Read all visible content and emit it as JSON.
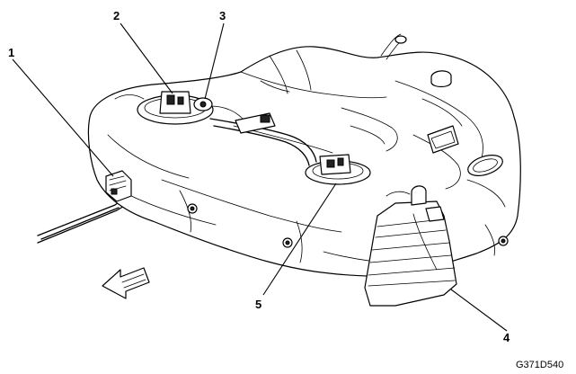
{
  "diagram": {
    "callouts": [
      "1",
      "2",
      "3",
      "4",
      "5"
    ],
    "figure_id": "G371D540",
    "colors": {
      "ink": "#000000",
      "paper": "#ffffff"
    },
    "icons": {
      "direction_arrow": "front-direction-arrow-icon"
    }
  }
}
